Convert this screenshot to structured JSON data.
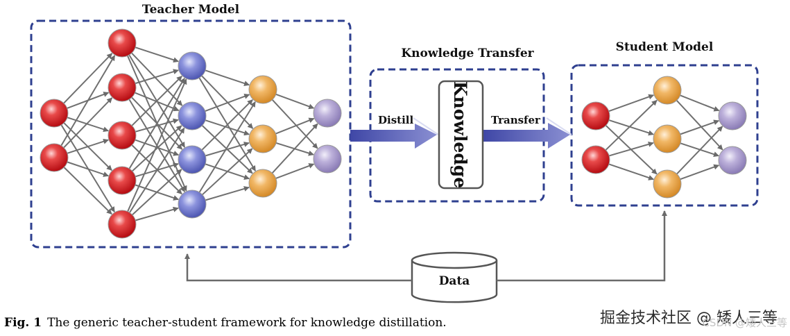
{
  "teacher_title": "Teacher Model",
  "knowledge_transfer_title": "Knowledge Transfer",
  "student_title": "Student Model",
  "distill_label": "Distill",
  "transfer_label": "Transfer",
  "knowledge_box_text": "Knowledge",
  "data_label": "Data",
  "caption": {
    "prefix": "Fig. 1",
    "text": "The generic teacher-student framework for knowledge distillation."
  },
  "watermark": "掘金技术社区 @ 矮人三等",
  "watermark_faint": "CSDN @矮人三等",
  "colors": {
    "box_border": "#2e3f8f",
    "edge": "#707070",
    "red_node": "#d8141c",
    "blue_node": "#6a72c6",
    "orange_node": "#e6a24c",
    "purple_node": "#a89ac6",
    "arrow": "#5e63b2"
  }
}
